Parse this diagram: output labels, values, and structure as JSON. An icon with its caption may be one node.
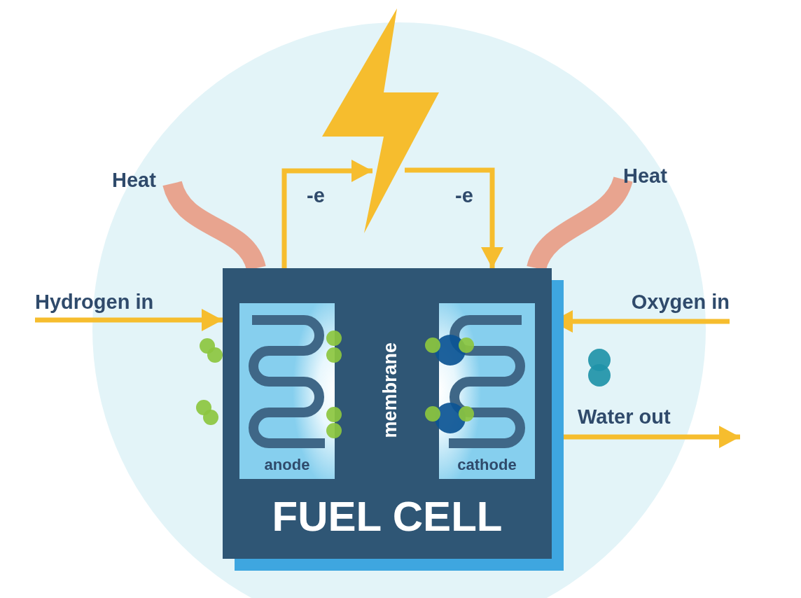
{
  "diagram": {
    "nodes": [
      {
        "text": [],
        "shape": "picture"
      },
      {
        "text": [
          "Heat"
        ]
      },
      {
        "text": [
          "Heat"
        ]
      },
      {
        "text": [
          "Hydrogen in"
        ]
      },
      {
        "text": [
          "Oxygen in"
        ]
      },
      {
        "text": [
          "FUEL CELL"
        ]
      },
      {
        "text": [
          "anode"
        ],
        "in": 5
      },
      {
        "text": [
          "cathode"
        ],
        "in": 5
      },
      {
        "text": [
          "Water out"
        ]
      }
    ],
    "edges": [
      {
        "from": 3,
        "to": 5,
        "arrow": "to"
      },
      {
        "from": 4,
        "to": 5,
        "arrow": "to"
      },
      {
        "from": 5,
        "to": 8,
        "arrow": "to"
      },
      {
        "from": 5,
        "to": 0,
        "arrow": "to",
        "label": "-e"
      },
      {
        "from": 0,
        "to": 5,
        "arrow": "to",
        "label": "-e"
      },
      {
        "from": 5,
        "to": 1,
        "arrow": "none",
        "style": "thick",
        "color": "#e98a6c"
      },
      {
        "from": 5,
        "to": 2,
        "arrow": "none",
        "style": "thick",
        "color": "#e98a6c"
      }
    ],
    "labels": [
      "membrane"
    ]
  }
}
